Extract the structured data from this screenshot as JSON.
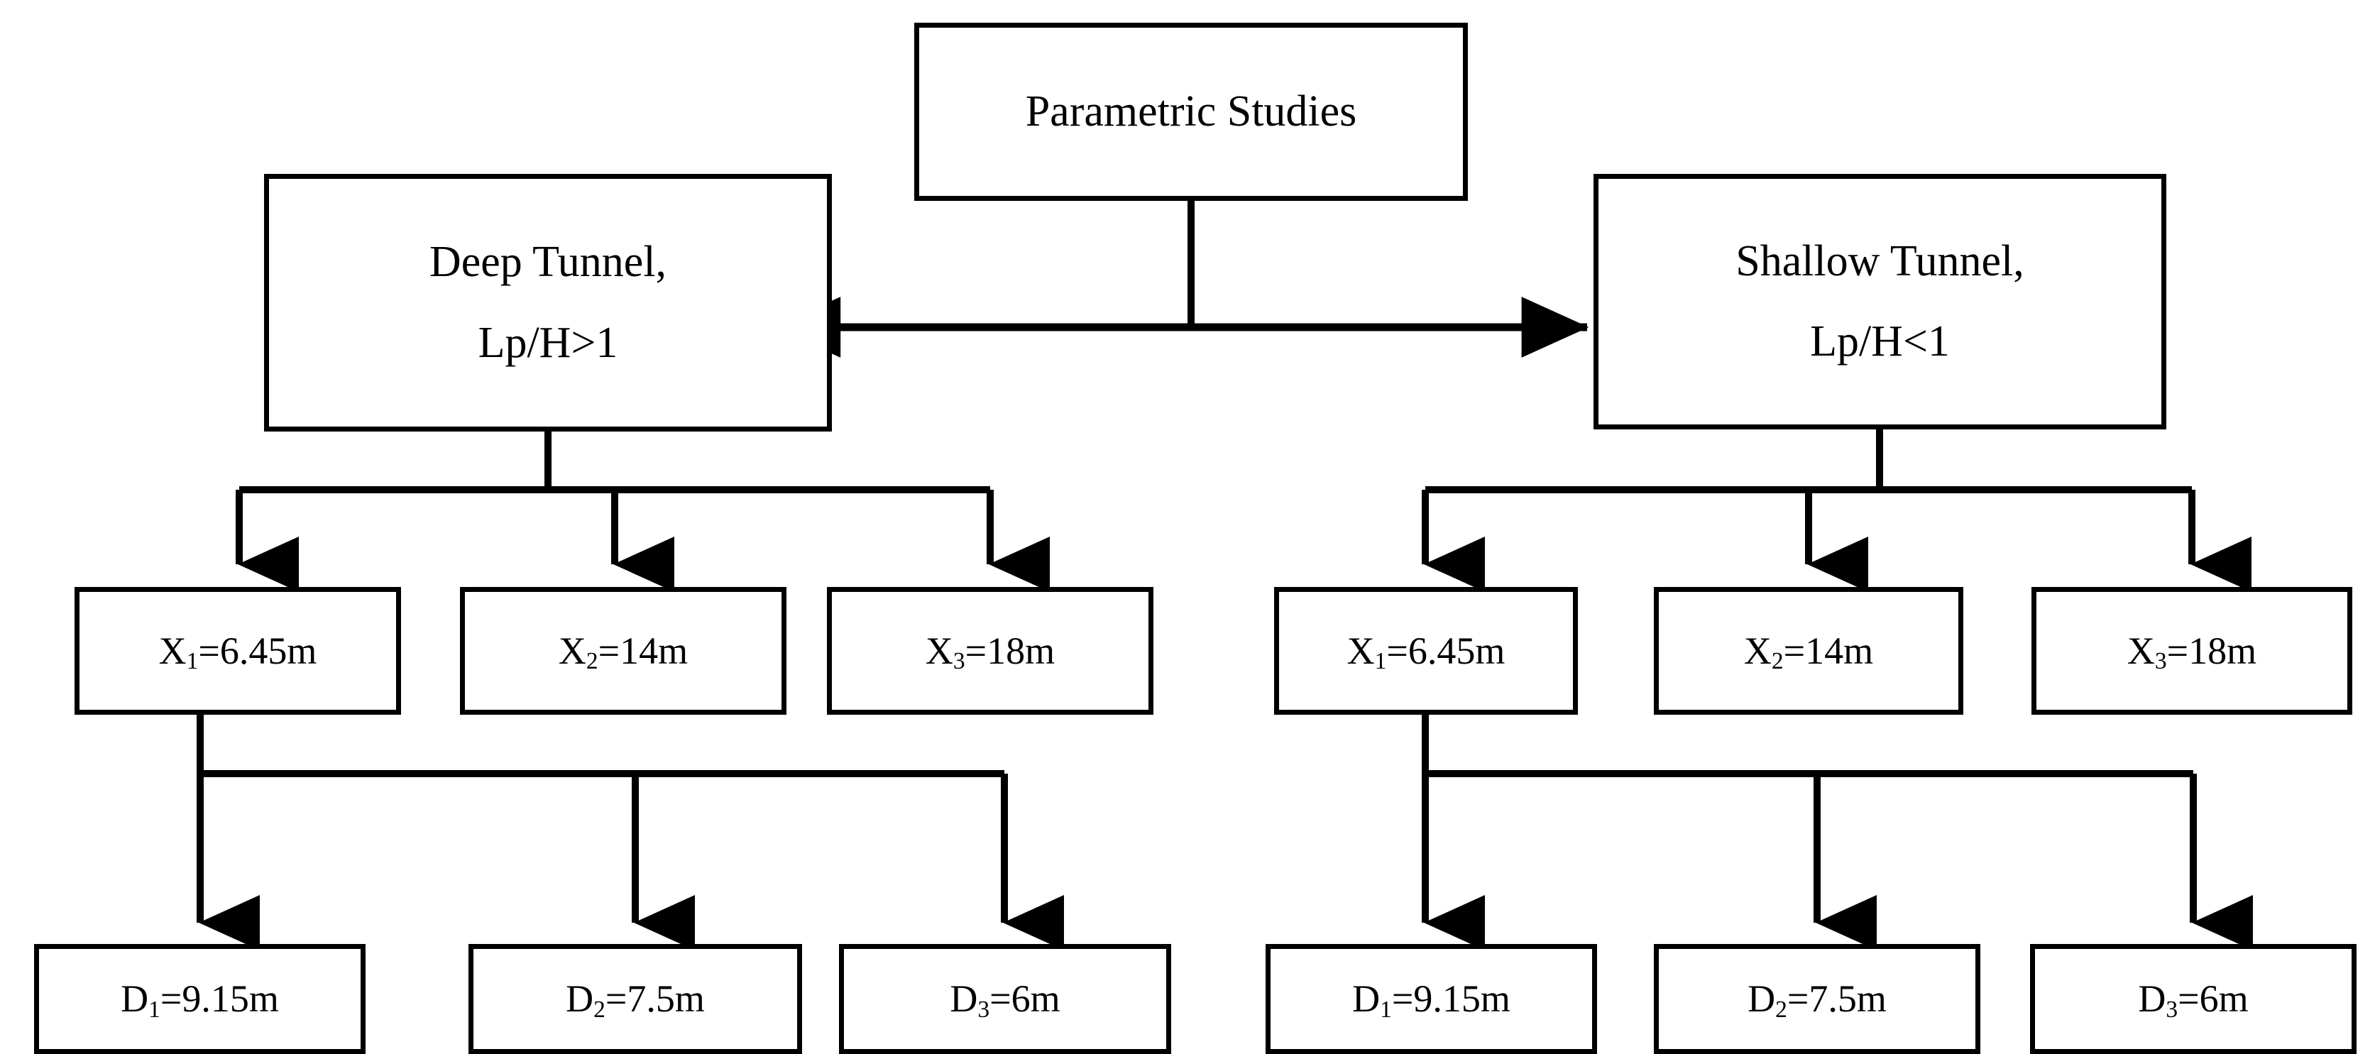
{
  "diagram": {
    "type": "flowchart",
    "title": "Parametric Studies",
    "background_color": "#ffffff",
    "stroke_color": "#000000",
    "root": {
      "id": "parametric-studies",
      "label": "Parametric Studies"
    },
    "branches": [
      {
        "id": "deep-tunnel",
        "label_line1": "Deep Tunnel,",
        "label_line2": "Lp/H>1",
        "side": "left",
        "x_nodes": [
          {
            "id": "deep-x1",
            "symbol": "X",
            "subscript": "1",
            "value": "=6.45m",
            "full": "X1=6.45m"
          },
          {
            "id": "deep-x2",
            "symbol": "X",
            "subscript": "2",
            "value": "=14m",
            "full": "X2=14m"
          },
          {
            "id": "deep-x3",
            "symbol": "X",
            "subscript": "3",
            "value": "=18m",
            "full": "X3=18m"
          }
        ],
        "d_nodes": [
          {
            "id": "deep-d1",
            "symbol": "D",
            "subscript": "1",
            "value": "=9.15m",
            "full": "D1=9.15m"
          },
          {
            "id": "deep-d2",
            "symbol": "D",
            "subscript": "2",
            "value": "=7.5m",
            "full": "D2=7.5m"
          },
          {
            "id": "deep-d3",
            "symbol": "D",
            "subscript": "3",
            "value": "=6m",
            "full": "D3=6m"
          }
        ]
      },
      {
        "id": "shallow-tunnel",
        "label_line1": "Shallow Tunnel,",
        "label_line2": "Lp/H<1",
        "side": "right",
        "x_nodes": [
          {
            "id": "shallow-x1",
            "symbol": "X",
            "subscript": "1",
            "value": "=6.45m",
            "full": "X1=6.45m"
          },
          {
            "id": "shallow-x2",
            "symbol": "X",
            "subscript": "2",
            "value": "=14m",
            "full": "X2=14m"
          },
          {
            "id": "shallow-x3",
            "symbol": "X",
            "subscript": "3",
            "value": "=18m",
            "full": "X3=18m"
          }
        ],
        "d_nodes": [
          {
            "id": "shallow-d1",
            "symbol": "D",
            "subscript": "1",
            "value": "=9.15m",
            "full": "D1=9.15m"
          },
          {
            "id": "shallow-d2",
            "symbol": "D",
            "subscript": "2",
            "value": "=7.5m",
            "full": "D2=7.5m"
          },
          {
            "id": "shallow-d3",
            "symbol": "D",
            "subscript": "3",
            "value": "=6m",
            "full": "D3=6m"
          }
        ]
      }
    ]
  }
}
